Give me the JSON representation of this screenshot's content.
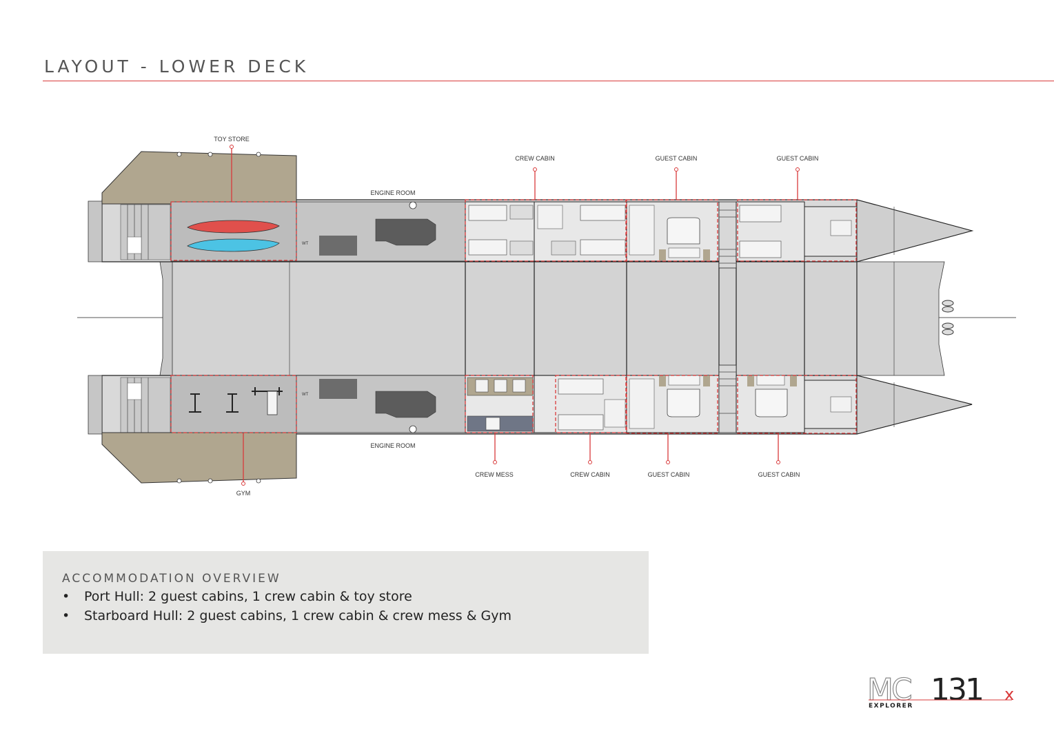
{
  "header": {
    "title": "LAYOUT - LOWER DECK"
  },
  "plan": {
    "labels": {
      "toy_store": "TOY STORE",
      "engine_room_port": "ENGINE ROOM",
      "engine_room_starboard": "ENGINE ROOM",
      "crew_cabin_port": "CREW CABIN",
      "guest_cabin_port_1": "GUEST CABIN",
      "guest_cabin_port_2": "GUEST CABIN",
      "gym": "GYM",
      "crew_mess": "CREW MESS",
      "crew_cabin_starboard": "CREW CABIN",
      "guest_cabin_starboard_1": "GUEST CABIN",
      "guest_cabin_starboard_2": "GUEST CABIN",
      "wt_port": "WT",
      "wt_starboard": "WT"
    },
    "colors": {
      "accent_red": "#d9393a",
      "hull_grey": "#d2d2d2",
      "deck_brown": "#b0a68f",
      "kayak_red": "#e0504c",
      "kayak_blue": "#4cc3e4",
      "engine_dark": "#555555"
    }
  },
  "overview": {
    "heading": "ACCOMMODATION OVERVIEW",
    "items": [
      {
        "bullet": "•",
        "text": "Port Hull: 2 guest cabins, 1 crew cabin & toy store"
      },
      {
        "bullet": "•",
        "text": "Starboard Hull: 2 guest cabins, 1 crew cabin & crew mess & Gym"
      }
    ]
  },
  "logo": {
    "mc": "MC",
    "number": "131",
    "suffix": "x",
    "tagline": "EXPLORER"
  }
}
